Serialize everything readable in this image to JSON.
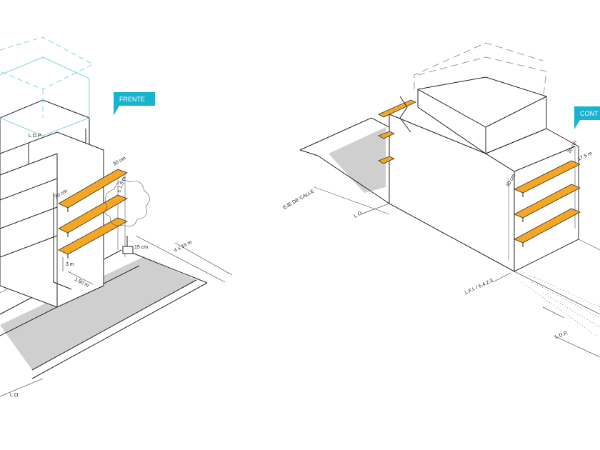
{
  "left": {
    "tag": "FRENTE",
    "labels": {
      "ldp": "L.D.P.",
      "lo": "L.O.",
      "dim_30cm_a": "30 cm",
      "dim_30cm_b": "30 cm",
      "dim_15m": "4 ≤ 15 m",
      "dim_150": "1.50 m",
      "dim_3m": "3 m",
      "dim_side": "≤ 1.5 m",
      "dim_small": "15 cm"
    }
  },
  "right": {
    "tag": "CONT",
    "labels": {
      "eje": "EJE DE CALLE",
      "lo": "L.O.",
      "lfi": "L.F.I. / 6.4.2.3",
      "ldp": "L.D.P.",
      "dim_30cm_a": "30 cm",
      "dim_30cm_b": "30 cm",
      "dim_175": "17.5 m"
    }
  },
  "colors": {
    "balcony": "#f5a623",
    "label_tag": "#1ab3cf",
    "envelope": "#7fd3dd",
    "street": "#cfcfcf"
  }
}
